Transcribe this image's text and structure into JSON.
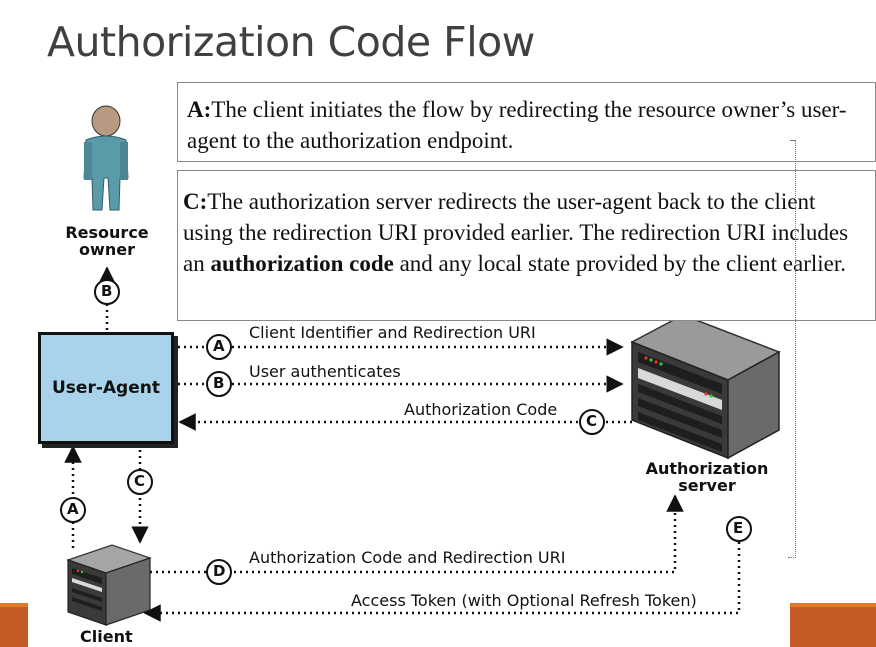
{
  "slide": {
    "title": "Authorization Code Flow"
  },
  "notes": {
    "a": {
      "letter": "A:",
      "text": "The client initiates the flow by redirecting the resource owner’s user-agent to the authorization endpoint."
    },
    "c": {
      "letter": "C:",
      "text_before": "The authorization server redirects the user-agent back to the client using the redirection URI provided earlier. The redirection URI includes an ",
      "bold": "authorization code",
      "text_after": " and any local state provided by the client earlier."
    }
  },
  "diagram": {
    "resource_owner_line1": "Resource",
    "resource_owner_line2": "owner",
    "user_agent": "User-Agent",
    "auth_server_line1": "Authorization",
    "auth_server_line2": "server",
    "client": "Client",
    "step_a": "A",
    "step_b": "B",
    "step_c": "C",
    "step_d": "D",
    "step_e": "E",
    "msg_client_id": "Client Identifier and Redirection URI",
    "msg_user_auth": "User authenticates",
    "msg_auth_code": "Authorization Code",
    "msg_auth_code_redirect": "Authorization Code and Redirection URI",
    "msg_access_token": "Access Token (with Optional Refresh Token)"
  },
  "colors": {
    "title": "#404040",
    "user_agent_fill": "#a9d3ea",
    "accent_orange": "#c55a24",
    "person": "#5b9aa8",
    "person_head": "#b89a80"
  }
}
